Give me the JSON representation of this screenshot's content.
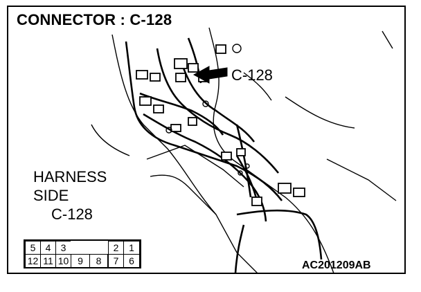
{
  "title": "CONNECTOR : C-128",
  "callout_label": "C-128",
  "harness_label": {
    "line1": "HARNESS",
    "line2": "SIDE",
    "line3": "C-128"
  },
  "connector_pins": {
    "top_row": [
      "5",
      "4",
      "3",
      "",
      "2",
      "1"
    ],
    "bottom_row": [
      "12",
      "11",
      "10",
      "9",
      "8",
      "7",
      "6"
    ]
  },
  "reference_code": "AC201209AB"
}
